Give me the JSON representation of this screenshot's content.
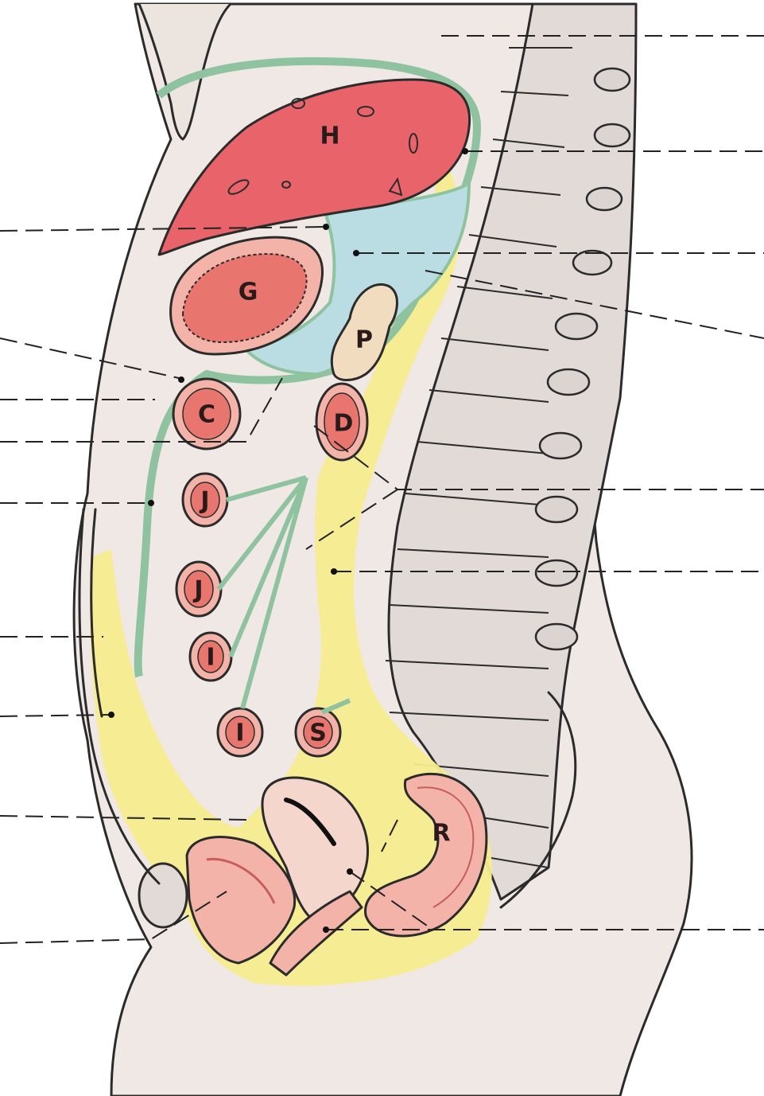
{
  "diagram": {
    "organs": [
      {
        "id": "H",
        "letter": "H"
      },
      {
        "id": "G",
        "letter": "G"
      },
      {
        "id": "P",
        "letter": "P"
      },
      {
        "id": "C",
        "letter": "C"
      },
      {
        "id": "D",
        "letter": "D"
      },
      {
        "id": "J1",
        "letter": "J"
      },
      {
        "id": "J2",
        "letter": "J"
      },
      {
        "id": "I1",
        "letter": "I"
      },
      {
        "id": "I2",
        "letter": "I"
      },
      {
        "id": "S",
        "letter": "S"
      },
      {
        "id": "R",
        "letter": "R"
      }
    ],
    "colors": {
      "liver": "#e8646a",
      "organ_wall": "#d98a86",
      "organ_fill": "#f3b3a8",
      "peritoneum_blue": "#b9dde2",
      "retroperitoneum_yellow": "#f6ec8e",
      "membrane_green": "#8fc3a0",
      "body_tan": "#ece4df",
      "vertebra": "#dcd4d0"
    }
  }
}
